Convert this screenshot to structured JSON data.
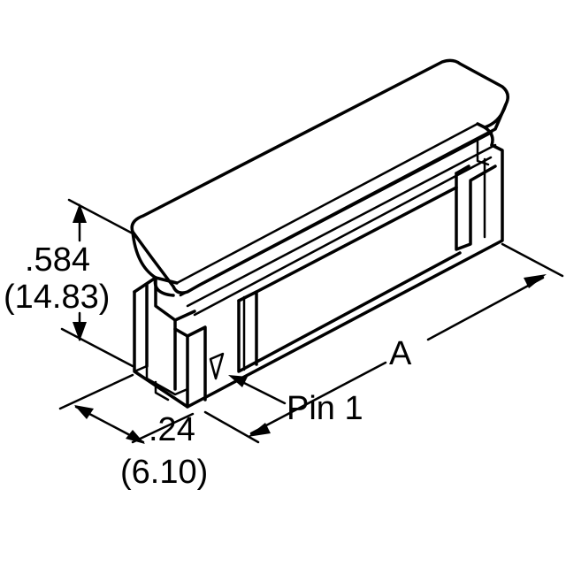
{
  "dimensions": {
    "height_in": ".584",
    "height_mm": "(14.83)",
    "width_in": ".24",
    "width_mm": "(6.10)",
    "length": "A"
  },
  "callouts": {
    "pin1": "Pin 1"
  },
  "colors": {
    "ink": "#000000",
    "background": "#ffffff"
  }
}
